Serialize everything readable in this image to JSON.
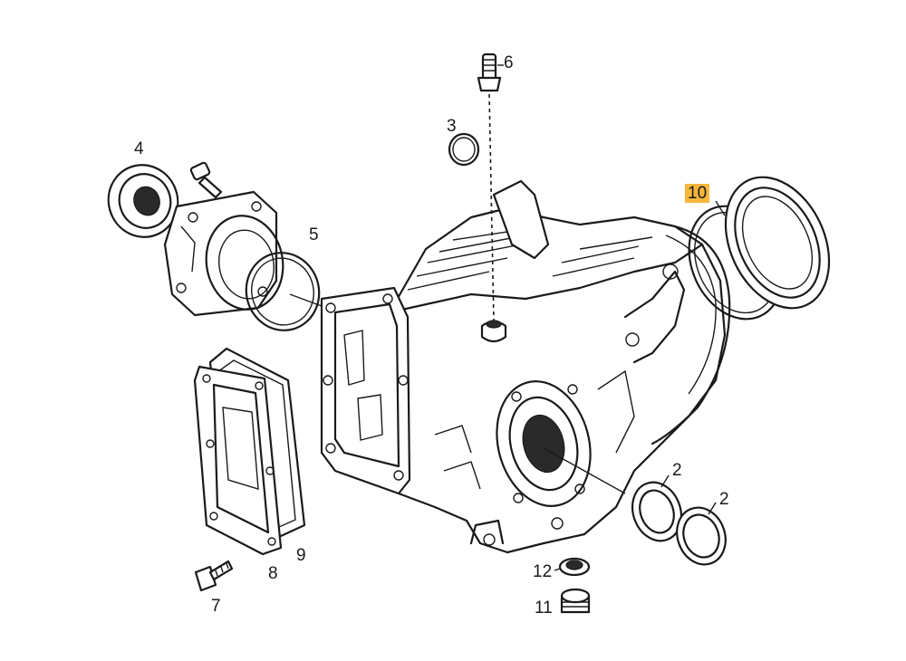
{
  "callouts": [
    {
      "id": "c6",
      "text": "6"
    },
    {
      "id": "c3",
      "text": "3"
    },
    {
      "id": "c4",
      "text": "4"
    },
    {
      "id": "c5",
      "text": "5"
    },
    {
      "id": "c10",
      "text": "10",
      "highlight": true
    },
    {
      "id": "c2a",
      "text": "2"
    },
    {
      "id": "c2b",
      "text": "2"
    },
    {
      "id": "c8",
      "text": "8"
    },
    {
      "id": "c9",
      "text": "9"
    },
    {
      "id": "c7",
      "text": "7"
    },
    {
      "id": "c12",
      "text": "12"
    },
    {
      "id": "c11",
      "text": "11"
    }
  ],
  "colors": {
    "line": "#1a1a1a",
    "background": "#ffffff",
    "highlight": "#f6b73c"
  }
}
